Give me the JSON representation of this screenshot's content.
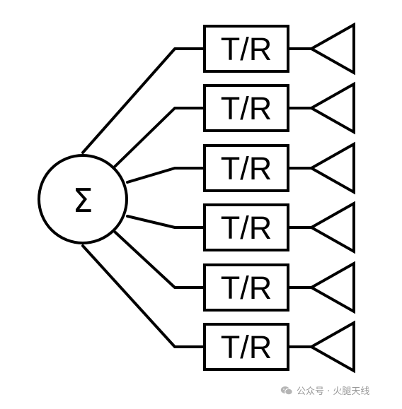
{
  "diagram": {
    "summer_symbol": "Σ",
    "branch_label": "T/R",
    "branches": [
      {
        "label": "T/R"
      },
      {
        "label": "T/R"
      },
      {
        "label": "T/R"
      },
      {
        "label": "T/R"
      },
      {
        "label": "T/R"
      },
      {
        "label": "T/R"
      }
    ]
  },
  "watermark": {
    "text": "公众号 · 火腿天线",
    "icon": "wechat-icon",
    "color": "#9a9a9a"
  },
  "colors": {
    "stroke": "#000000",
    "background": "#ffffff"
  }
}
